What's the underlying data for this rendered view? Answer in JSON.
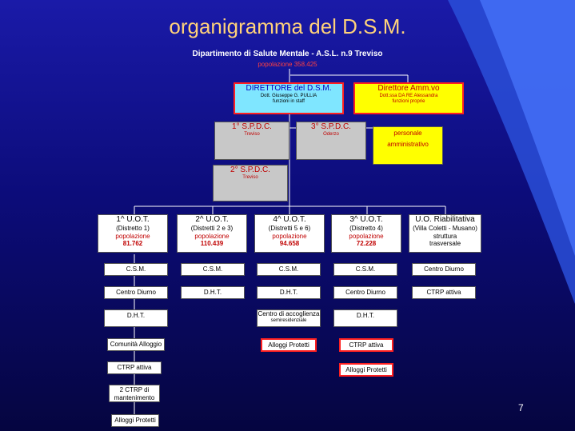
{
  "header": {
    "title": "organigramma del D.S.M.",
    "subtitle": "Dipartimento di Salute Mentale - A.S.L. n.9 Treviso",
    "population": "popolazione 358.425"
  },
  "top": {
    "director": {
      "title": "DIRETTORE del D.S.M.",
      "name": "Dott. Giuseppe G. PULLIA",
      "note": "funzioni in staff"
    },
    "admin": {
      "title": "Direttore Amm.vo",
      "name": "Dott.ssa DA RE Alessandra",
      "note": "funzioni proprie"
    }
  },
  "spdc": {
    "s1": {
      "title": "1° S.P.D.C.",
      "place": "Treviso"
    },
    "s3": {
      "title": "3° S.P.D.C.",
      "place": "Oderzo"
    },
    "s2": {
      "title": "2° S.P.D.C.",
      "place": "Treviso"
    },
    "staff": {
      "l1": "personale",
      "l2": "amministrativo"
    }
  },
  "uot": [
    {
      "title": "1^ U.O.T.",
      "district": "(Distretto 1)",
      "pop_label": "popolazione",
      "pop": "81.762"
    },
    {
      "title": "2^ U.O.T.",
      "district": "(Distretti 2 e 3)",
      "pop_label": "popolazione",
      "pop": "110.439"
    },
    {
      "title": "4^ U.O.T.",
      "district": "(Distretti 5 e 6)",
      "pop_label": "popolazione",
      "pop": "94.658"
    },
    {
      "title": "3^ U.O.T.",
      "district": "(Distretto 4)",
      "pop_label": "popolazione",
      "pop": "72.228"
    },
    {
      "title": "U.O. Riabilitativa",
      "district": "(Villa Coletti - Musano)",
      "pop_label": "struttura",
      "pop": "trasversale"
    }
  ],
  "services": {
    "c1": [
      "C.S.M.",
      "Centro Diurno",
      "D.H.T.",
      "Comunità Alloggio",
      "CTRP attiva",
      "2 CTRP di mantenimento",
      "Alloggi Protetti"
    ],
    "c2": [
      "C.S.M.",
      "D.H.T."
    ],
    "c3": [
      "C.S.M.",
      "D.H.T.",
      "Centro di accoglienza",
      "semiresidenziale",
      "Alloggi Protetti"
    ],
    "c4": [
      "C.S.M.",
      "Centro Diurno",
      "D.H.T.",
      "CTRP attiva",
      "Alloggi Protetti"
    ],
    "c5": [
      "Centro Diurno",
      "CTRP attiva"
    ]
  },
  "page_number": "7"
}
